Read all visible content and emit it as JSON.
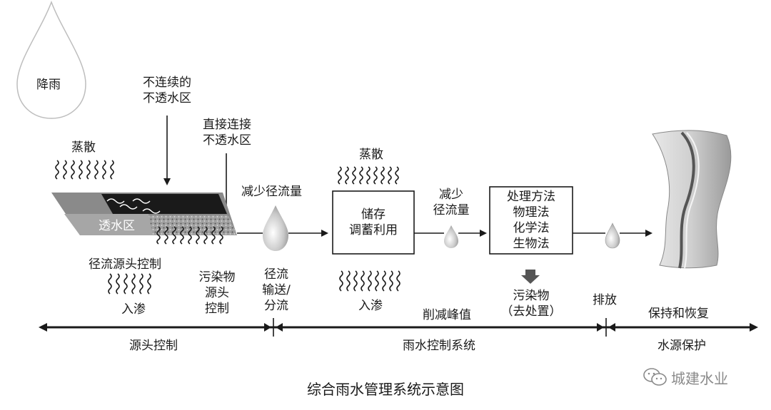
{
  "labels": {
    "rain": "降雨",
    "discontinuous": [
      "不连续的",
      "不透水区"
    ],
    "direct": [
      "直接连接",
      "不透水区"
    ],
    "evap1": "蒸散",
    "pervious": "透水区",
    "reduce1": "减少径流量",
    "evap2": "蒸散",
    "storage": [
      "储存",
      "调蓄利用"
    ],
    "reduce2": [
      "减少",
      "径流量"
    ],
    "treatment": [
      "处理方法",
      "物理法",
      "化学法",
      "生物法"
    ],
    "runoff_source": "径流源头控制",
    "infil1": "入渗",
    "pollutant_source": [
      "污染物",
      "源头",
      "控制"
    ],
    "conveyance": [
      "径流",
      "输送/",
      "分流"
    ],
    "infil2": "入渗",
    "peak": "削减峰值",
    "pollutant_disposal": [
      "污染物",
      "（去处置）"
    ],
    "discharge": "排放",
    "protect": "保持和恢复"
  },
  "timeline": {
    "source": "源头控制",
    "stormwater": "雨水控制系统",
    "water": "水源保护"
  },
  "caption": "综合雨水管理系统示意图",
  "watermark": "城建水业",
  "icons": [
    "raindrop-icon",
    "wavy-evaporation-icon",
    "wavy-infiltration-icon",
    "arrow-icon",
    "river-icon",
    "wechat-icon"
  ]
}
